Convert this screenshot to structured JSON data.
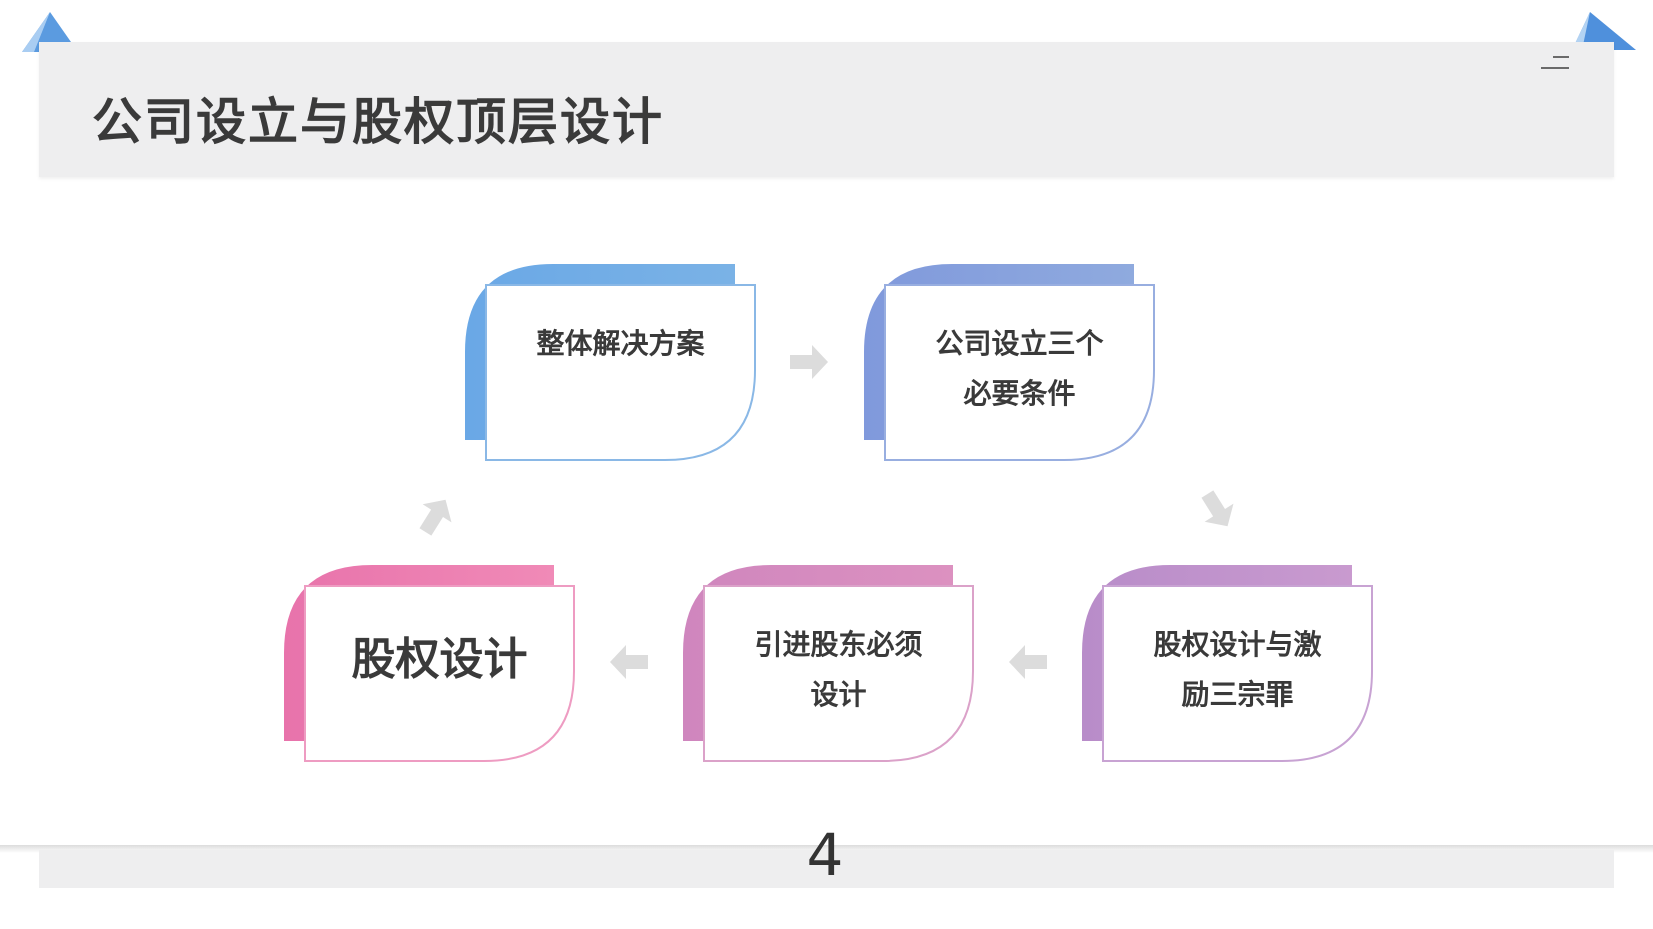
{
  "title": "公司设立与股权顶层设计",
  "page_number": "4",
  "steps": [
    {
      "lines": [
        "整体解决方案"
      ]
    },
    {
      "lines": [
        "公司设立三个",
        "必要条件"
      ]
    },
    {
      "lines": [
        "股权设计与激",
        "励三宗罪"
      ]
    },
    {
      "lines": [
        "引进股东必须",
        "设计"
      ]
    },
    {
      "lines": [
        "股权设计"
      ]
    }
  ],
  "colors": {
    "step1": "#7ab2e6",
    "step2": "#8aa3de",
    "step3": "#bf92cc",
    "step4": "#d68dc0",
    "step5": "#ec7fb2",
    "arrow": "#dcdcdc",
    "header_band": "#eeeeef"
  },
  "icons": {
    "corner_left": "triangle-decoration-icon",
    "corner_right": "triangle-decoration-icon",
    "menu": "menu-lines-icon",
    "flow_arrow": "arrow-icon"
  }
}
